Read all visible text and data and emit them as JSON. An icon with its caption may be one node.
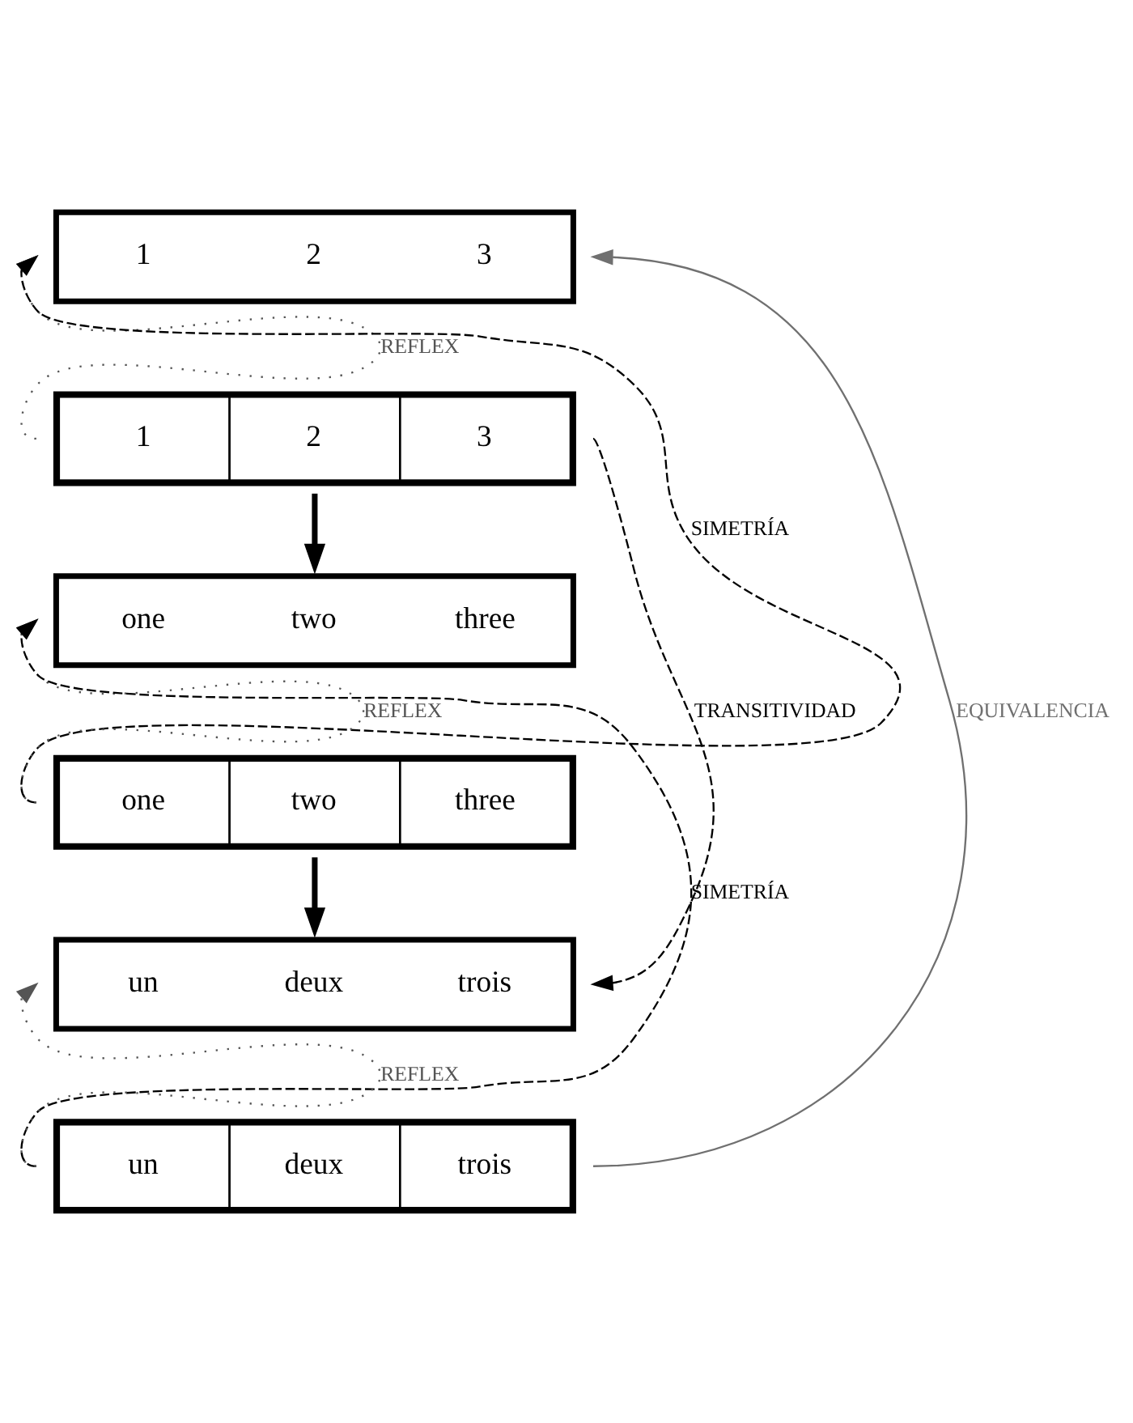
{
  "diagram": {
    "nodes": [
      {
        "text": [
          "1",
          "2",
          "3"
        ]
      },
      {
        "text": [
          "1",
          "2",
          "3"
        ]
      },
      {
        "text": [
          "one",
          "two",
          "three"
        ]
      },
      {
        "text": [
          "one",
          "two",
          "three"
        ]
      },
      {
        "text": [
          "un",
          "deux",
          "trois"
        ]
      },
      {
        "text": [
          "un",
          "deux",
          "trois"
        ]
      }
    ],
    "edges": [
      {
        "from": 1,
        "to": 0,
        "arrow": "to",
        "label": "REFLEX",
        "style": "dashed",
        "color": "#555555"
      },
      {
        "from": 3,
        "to": 0,
        "arrow": "to",
        "label": "SIMETRÍA",
        "style": "dashed"
      },
      {
        "from": 1,
        "to": 2,
        "arrow": "to",
        "style": "thick"
      },
      {
        "from": 3,
        "to": 2,
        "arrow": "to",
        "label": "REFLEX",
        "style": "dashed",
        "color": "#555555"
      },
      {
        "from": 5,
        "to": 2,
        "arrow": "to",
        "label": "SIMETRÍA",
        "style": "dashed"
      },
      {
        "from": 1,
        "to": 4,
        "arrow": "to",
        "label": "TRANSITIVIDAD",
        "style": "dashed"
      },
      {
        "from": 3,
        "to": 4,
        "arrow": "to",
        "style": "thick"
      },
      {
        "from": 5,
        "to": 4,
        "arrow": "to",
        "label": "REFLEX",
        "style": "dashed",
        "color": "#555555"
      },
      {
        "from": 5,
        "to": 0,
        "arrow": "to",
        "label": "EQUIVALENCIA",
        "color": "#707070"
      }
    ]
  }
}
